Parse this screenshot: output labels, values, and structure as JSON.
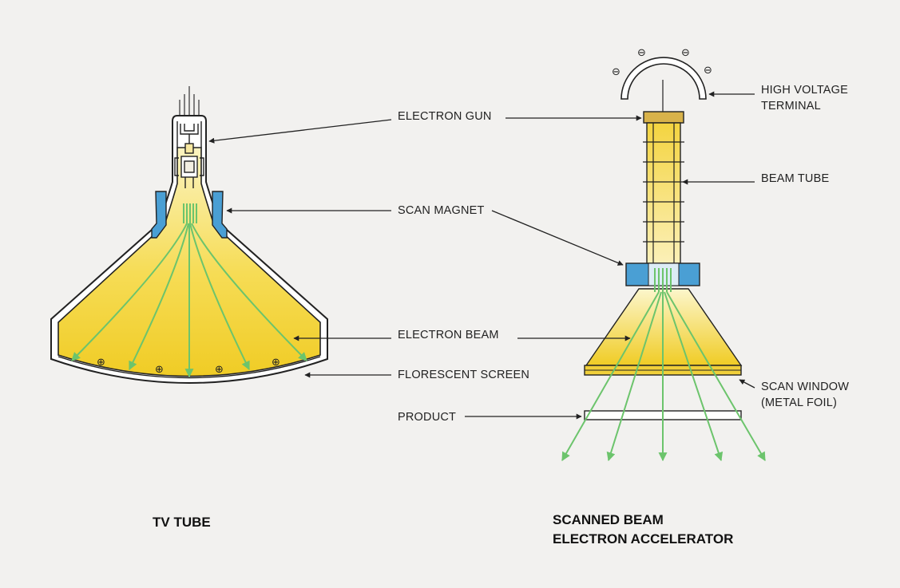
{
  "labels": {
    "electron_gun": "ELECTRON GUN",
    "scan_magnet": "SCAN MAGNET",
    "electron_beam": "ELECTRON BEAM",
    "florescent_screen": "FLORESCENT SCREEN",
    "product": "PRODUCT",
    "high_voltage_line1": "HIGH VOLTAGE",
    "high_voltage_line2": "TERMINAL",
    "beam_tube": "BEAM TUBE",
    "scan_window_line1": "SCAN WINDOW",
    "scan_window_line2": "(METAL FOIL)"
  },
  "captions": {
    "tv_tube": "TV TUBE",
    "accelerator_line1": "SCANNED BEAM",
    "accelerator_line2": "ELECTRON ACCELERATOR"
  },
  "symbols": {
    "positive": "⊕",
    "negative": "⊖"
  },
  "colors": {
    "beam_yellow": "#f2d230",
    "magnet_blue": "#4a9fd4",
    "arrow_green": "#72c472",
    "cap_tan": "#d8b24a",
    "outline": "#222222"
  }
}
